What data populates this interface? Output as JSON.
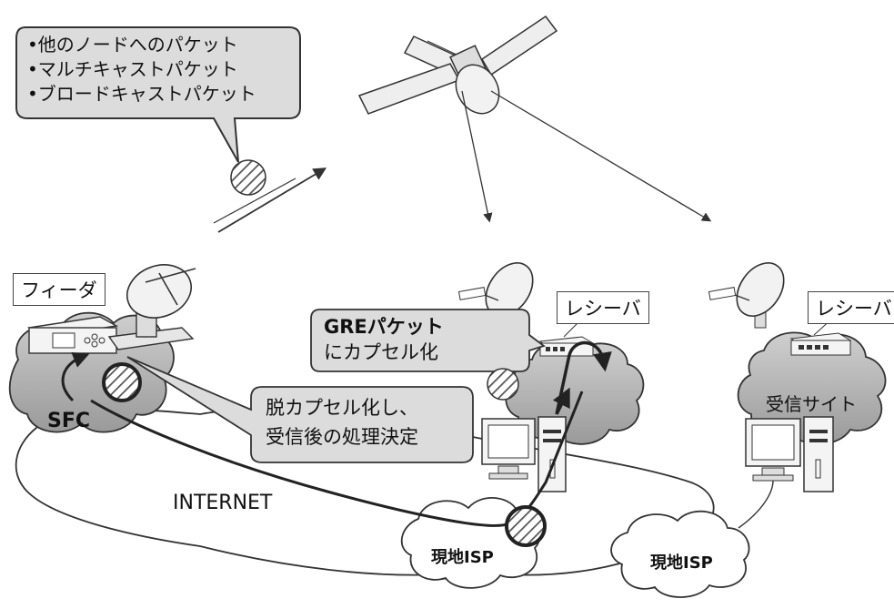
{
  "bubble_top": {
    "lines": [
      "•他のノードへのパケット",
      "•マルチキャストパケット",
      "•ブロードキャストパケット"
    ]
  },
  "feeder_label": "フィーダ",
  "receiver1_label": "レシーバ",
  "receiver2_label": "レシーバ",
  "gre_bubble": {
    "line1": "GREパケット",
    "line2": "にカプセル化"
  },
  "decap_bubble": {
    "line1": "脱カプセル化し、",
    "line2": "受信後の処理決定"
  },
  "sfc_label": "SFC",
  "internet_label": "INTERNET",
  "isp1_label": "現地ISP",
  "isp2_label": "現地ISP",
  "receive_site_label": "受信サイト"
}
